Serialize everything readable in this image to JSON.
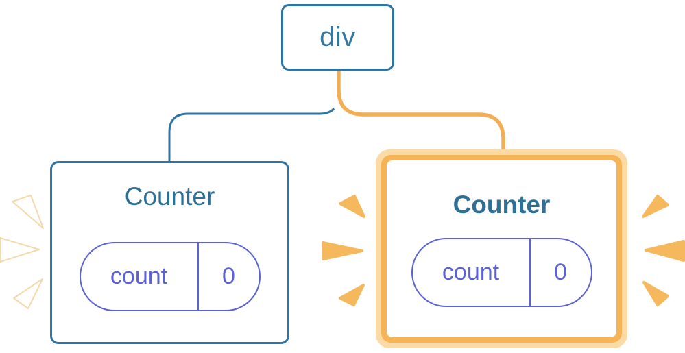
{
  "diagram": {
    "description": "React component tree: a div root with two Counter children; the right Counter is highlighted orange with sparks, its edge from the root drawn as an orange highlighted line",
    "root": {
      "label": "div"
    },
    "children": [
      {
        "title": "Counter",
        "state": {
          "key": "count",
          "value": "0"
        },
        "highlighted": false
      },
      {
        "title": "Counter",
        "state": {
          "key": "count",
          "value": "0"
        },
        "highlighted": true
      }
    ],
    "colors": {
      "tree_blue": "#2e74a4",
      "node_text_blue": "#35779f",
      "counter_title_blue": "#2e7095",
      "state_indigo": "#5b62d6",
      "highlight_border_orange": "#f5b455",
      "highlight_border_cream": "#fbdaa5",
      "highlight_edge_orange": "#f2ae55",
      "spark_orange": "#f5b85c",
      "spark_white": "#ffffff",
      "background": "#ffffff"
    }
  }
}
